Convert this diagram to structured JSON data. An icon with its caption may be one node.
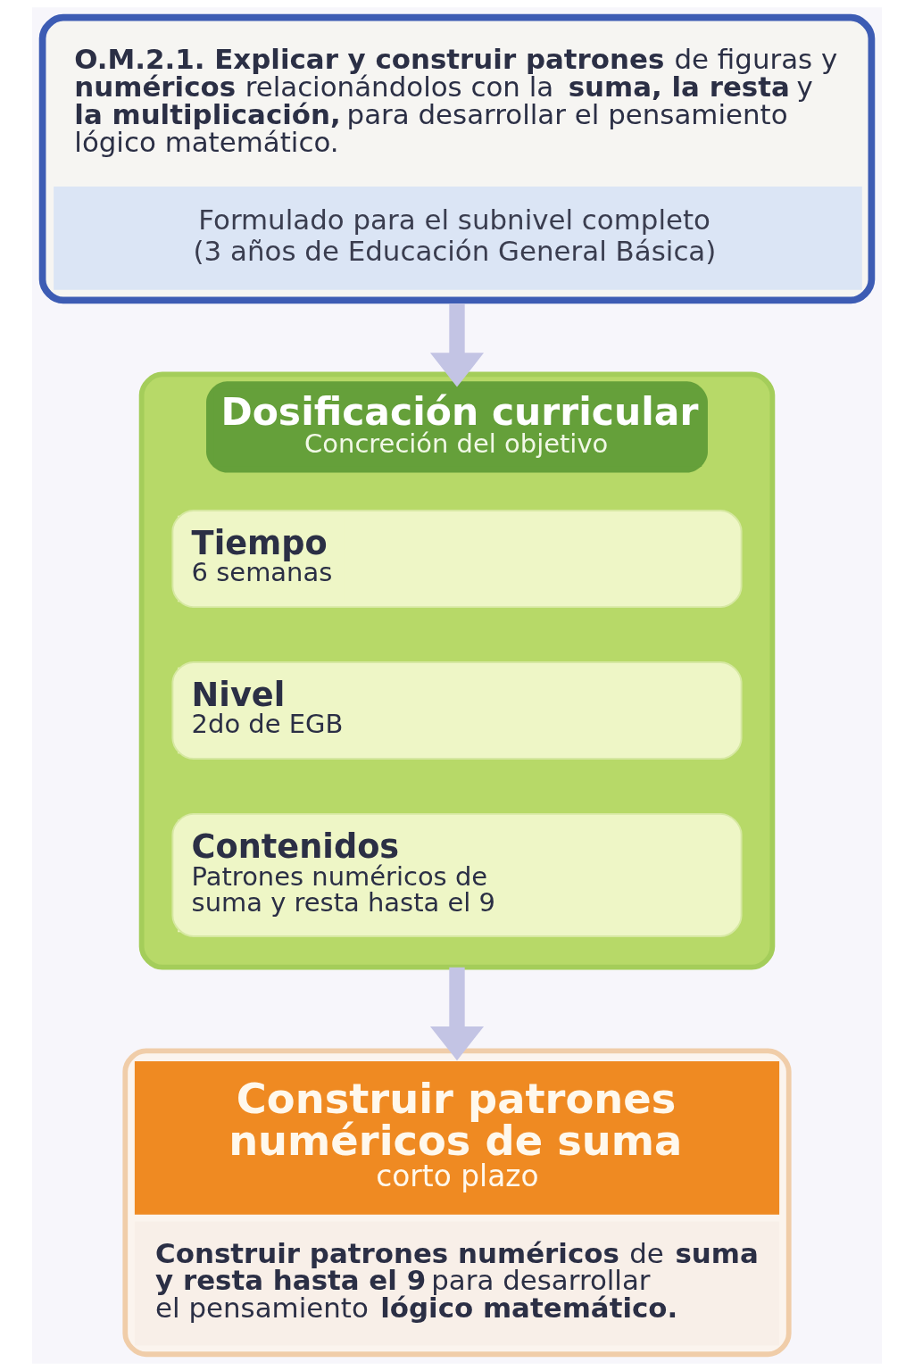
{
  "diagram": {
    "nodes": [
      {
        "text": [
          "**O.M.2.1. Explicar y construir patrones** de figuras y **numéricos** relacionándolos con la **suma, la resta** y **la multiplicación,** para desarrollar el pensamiento lógico matemático.",
          "Formulado para el subnivel completo (3 años de Educación General Básica)"
        ]
      },
      {
        "text": [
          "Dosificación curricular",
          "Concreción del objetivo"
        ]
      },
      {
        "text": [
          "Tiempo",
          "6 semanas"
        ],
        "in": 1
      },
      {
        "text": [
          "Nivel",
          "2do de EGB"
        ],
        "in": 1
      },
      {
        "text": [
          "Contenidos",
          "Patrones numéricos de suma y resta hasta el 9"
        ],
        "in": 1
      },
      {
        "text": [
          "Construir patrones numéricos de suma",
          "corto plazo",
          "**Construir patrones numéricos** de **suma y resta hasta el 9** para desarrollar el pensamiento **lógico matemático.**"
        ]
      }
    ],
    "edges": [
      {
        "from": 0,
        "to": 1,
        "arrow": "to"
      },
      {
        "from": 1,
        "to": 5,
        "arrow": "to"
      }
    ]
  }
}
